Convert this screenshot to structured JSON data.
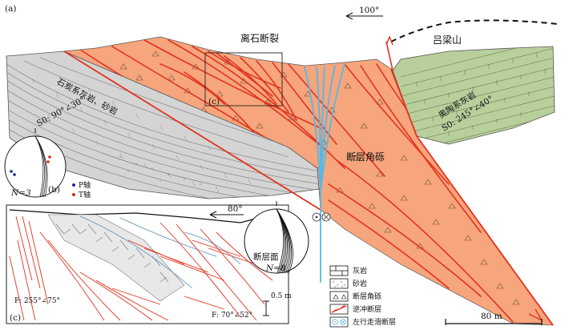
{
  "panel_a": {
    "tag": "(a)",
    "fault_zone_name": "离石断裂",
    "mountain_name": "吕梁山",
    "direction_label": "100°",
    "left_rock_label": "石炭系灰岩、砂岩",
    "left_attitude": "S0: 90°∠30°",
    "right_rock_label": "奥陶系灰岩",
    "right_attitude": "S0: 245°∠40°",
    "breccia_label": "断层角砾",
    "inset_c_tag": "(c)",
    "scale_label": "80 m"
  },
  "panel_b": {
    "tag": "(b)",
    "n_label": "N=3",
    "legend_p": "P轴",
    "legend_t": "T轴",
    "colors": {
      "p": "#1a2a8c",
      "t": "#d62a1a"
    }
  },
  "panel_c": {
    "tag": "(c)",
    "top_angle": "80°",
    "left_attitude": "F: 255°∠75°",
    "right_attitude": "F: 70°∠52°",
    "scale_label": "0.5 m",
    "stereonet_label": "断层面",
    "stereonet_n": "N=8"
  },
  "legend": {
    "items": [
      {
        "icon": "limestone-icon",
        "label": "灰岩"
      },
      {
        "icon": "sandstone-icon",
        "label": "砂岩"
      },
      {
        "icon": "breccia-icon",
        "label": "断层角砾"
      },
      {
        "icon": "thrust-fault-icon",
        "label": "逆冲断层"
      },
      {
        "icon": "strike-slip-icon",
        "label": "左行走滑断层"
      }
    ]
  },
  "colors": {
    "breccia": "#f6a57c",
    "limestone_gray": "#d2d2d2",
    "ordovician_green": "#b5cc9a",
    "fault_red": "#e3321e",
    "strike_slip_blue": "#57b8e6"
  }
}
